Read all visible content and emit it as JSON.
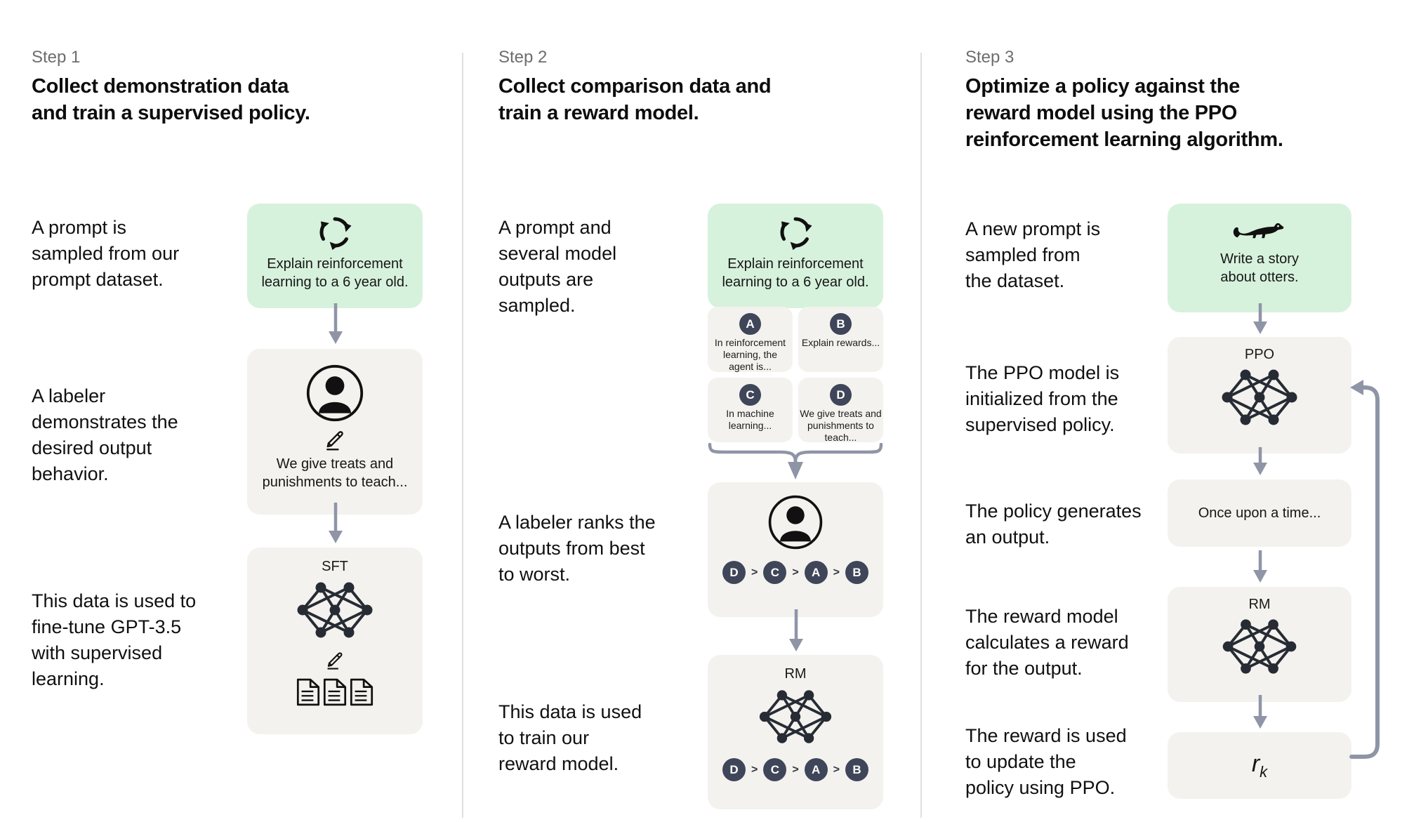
{
  "palette": {
    "prompt_green": "#d7f2dc",
    "panel_gray": "#f3f2ee",
    "badge_dark": "#404659",
    "arrow_gray": "#8f95a7",
    "step_label_gray": "#6d6d6d"
  },
  "icons": {
    "prompt_sample": "cycle-arrows-icon",
    "labeler": "person-icon",
    "edit": "pencil-icon",
    "documents": "documents-icon",
    "model": "neural-network-icon",
    "otter_prompt": "otter-icon"
  },
  "step1": {
    "label": "Step 1",
    "title": "Collect demonstration data\nand train a supervised policy.",
    "caption_prompt": "A prompt is\nsampled from our\nprompt dataset.",
    "caption_labeler": "A labeler\ndemonstrates the\ndesired output\nbehavior.",
    "caption_finetune": "This data is used to\nfine-tune GPT-3.5\nwith supervised\nlearning.",
    "prompt_box": {
      "text": "Explain reinforcement\nlearning to a 6 year old."
    },
    "labeler_box": {
      "text": "We give treats and\npunishments to teach..."
    },
    "sft_box": {
      "label": "SFT"
    }
  },
  "step2": {
    "label": "Step 2",
    "title": "Collect comparison data and\ntrain a reward model.",
    "caption_sampled": "A prompt and\nseveral model\noutputs are\nsampled.",
    "caption_ranks": "A labeler ranks the\noutputs from best\nto worst.",
    "caption_train": "This data is used\nto train our\nreward model.",
    "prompt_box": {
      "text": "Explain reinforcement\nlearning to a 6 year old."
    },
    "outputs": [
      {
        "letter": "A",
        "text": "In reinforcement\nlearning, the\nagent is..."
      },
      {
        "letter": "B",
        "text": "Explain rewards..."
      },
      {
        "letter": "C",
        "text": "In machine\nlearning..."
      },
      {
        "letter": "D",
        "text": "We give treats and\npunishments to\nteach..."
      }
    ],
    "ranking": {
      "order": [
        "D",
        "C",
        "A",
        "B"
      ],
      "sep": ">"
    },
    "rm_box": {
      "label": "RM"
    }
  },
  "step3": {
    "label": "Step 3",
    "title": "Optimize a policy against the\nreward model using the PPO\nreinforcement learning algorithm.",
    "caption_new_prompt": "A new prompt is\nsampled from\nthe dataset.",
    "caption_ppo_init": "The PPO model is\ninitialized from the\nsupervised policy.",
    "caption_policy_output": "The policy generates\nan output.",
    "caption_reward_calc": "The reward model\ncalculates a reward\nfor the output.",
    "caption_reward_update": "The reward is used\nto update the\npolicy using PPO.",
    "prompt_box": {
      "text": "Write a story\nabout otters."
    },
    "ppo_box": {
      "label": "PPO"
    },
    "output_box": {
      "text": "Once upon a time..."
    },
    "rm_box": {
      "label": "RM"
    },
    "reward_box": {
      "label": "r",
      "subscript": "k"
    }
  }
}
